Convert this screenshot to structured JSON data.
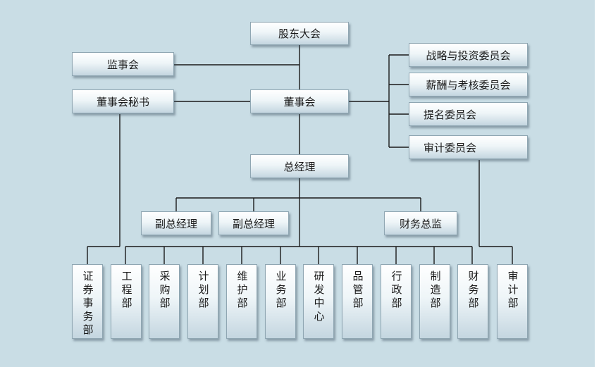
{
  "top": {
    "shareholders_meeting": "股东大会",
    "supervisory_board": "监事会",
    "board_secretary": "董事会秘书",
    "board_of_directors": "董事会",
    "general_manager": "总经理"
  },
  "committees": [
    "战略与投资委员会",
    "薪酬与考核委员会",
    "提名委员会",
    "审计委员会"
  ],
  "managers": {
    "deputy_gm_1": "副总经理",
    "deputy_gm_2": "副总经理",
    "cfo": "财务总监"
  },
  "departments": [
    "证券事务部",
    "工程部",
    "采购部",
    "计划部",
    "维护部",
    "业务部",
    "研发中心",
    "品管部",
    "行政部",
    "制造部",
    "财务部",
    "审计部"
  ]
}
